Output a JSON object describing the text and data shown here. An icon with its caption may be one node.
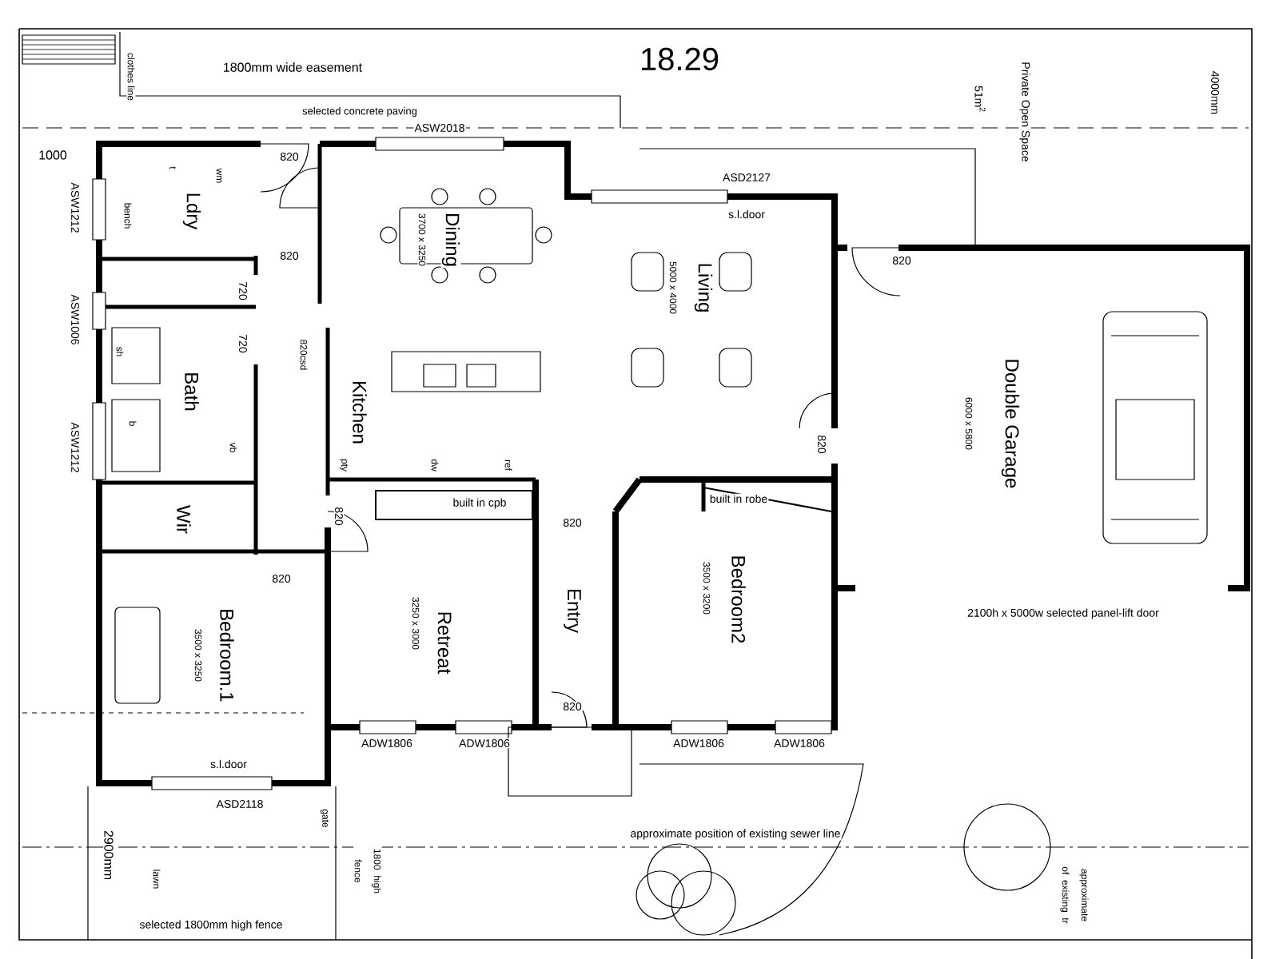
{
  "diagram": {
    "labels": [
      "18.29",
      "clothes line",
      "1800mm wide easement",
      "Private Open Space",
      "51m$^{2}$",
      "4000mm",
      "selected concrete paving",
      "ASW2018",
      "1000",
      "820",
      "t",
      "wm",
      "Ldry",
      "bench",
      "ASW1212",
      "Dining",
      "3700 x 3250",
      "ASD2127",
      "s.l.door",
      "Living",
      "5000 x 4000",
      "820",
      "820",
      "720",
      "ASW1006",
      "sh",
      "720",
      "820csd",
      "Bath",
      "Kitchen",
      "b",
      "Double Garage",
      "6000 x 5800",
      "ASW1212",
      "vb",
      "820",
      "pty",
      "dw",
      "ref",
      "built in robe",
      "built in cpb",
      "820",
      "820",
      "Wir",
      "820",
      "Entry",
      "Bedroom2",
      "3500 x 3200",
      "2100h x 5000w selected panel-lift door",
      "Retreat",
      "3250 x 3000",
      "Bedroom.1",
      "3500 x 3250",
      "820",
      "ADW1806",
      "ADW1806",
      "ADW1806",
      "ADW1806",
      "s.l.door",
      "ASD2118",
      "gate",
      "approximate position of existing sewer line",
      "2900mm",
      "lawn",
      "1800 high fence",
      "approximate of existing tr",
      "selected 1800mm high fence"
    ]
  }
}
